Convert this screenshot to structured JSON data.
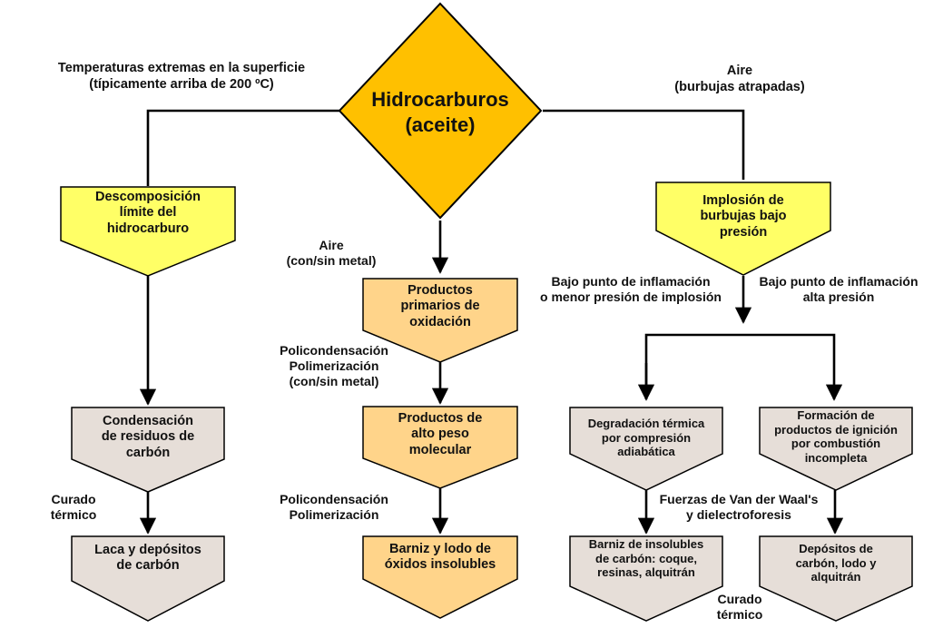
{
  "colors": {
    "diamond": "#FFC000",
    "yellow": "#FFFF66",
    "orange": "#FFD48A",
    "gray": "#E6DED8",
    "line": "#000000"
  },
  "root": {
    "line1": "Hidrocarburos",
    "line2": "(aceite)"
  },
  "labels": {
    "temp_line1": "Temperaturas extremas en la superficie",
    "temp_line2": "(típicamente arriba de 200 ºC)",
    "aire_top_line1": "Aire",
    "aire_top_line2": "(burbujas atrapadas)",
    "aire_mid_line1": "Aire",
    "aire_mid_line2": "(con/sin metal)",
    "poli1_line1": "Policondensación",
    "poli1_line2": "Polimerización",
    "poli1_line3": "(con/sin metal)",
    "poli2_line1": "Policondensación",
    "poli2_line2": "Polimerización",
    "curado_left_line1": "Curado",
    "curado_left_line2": "térmico",
    "curado_right_line1": "Curado",
    "curado_right_line2": "térmico",
    "bajo_left_line1": "Bajo punto de inflamación",
    "bajo_left_line2": "o menor presión de implosión",
    "bajo_right_line1": "Bajo punto de inflamación",
    "bajo_right_line2": "alta presión",
    "fuerzas_line1": "Fuerzas de Van der Waal's",
    "fuerzas_line2": "y dielectroforesis"
  },
  "boxes": {
    "descomp": [
      "Descomposición",
      "límite del",
      "hidrocarburo"
    ],
    "condens": [
      "Condensación",
      "de residuos de",
      "carbón"
    ],
    "laca": [
      "Laca y depósitos",
      "de carbón"
    ],
    "productos_prim": [
      "Productos",
      "primarios de",
      "oxidación"
    ],
    "productos_alto": [
      "Productos de",
      "alto peso",
      "molecular"
    ],
    "barniz_lodo": [
      "Barniz y lodo de",
      "óxidos insolubles"
    ],
    "implosion": [
      "Implosión de",
      "burbujas bajo",
      "presión"
    ],
    "degradacion": [
      "Degradación térmica",
      "por compresión",
      "adiabática"
    ],
    "formacion": [
      "Formación de",
      "productos de ignición",
      "por combustión",
      "incompleta"
    ],
    "barniz_insol": [
      "Barniz de insolubles",
      "de carbón: coque,",
      "resinas, alquitrán"
    ],
    "depositos": [
      "Depósitos de",
      "carbón, lodo y",
      "alquitrán"
    ]
  }
}
